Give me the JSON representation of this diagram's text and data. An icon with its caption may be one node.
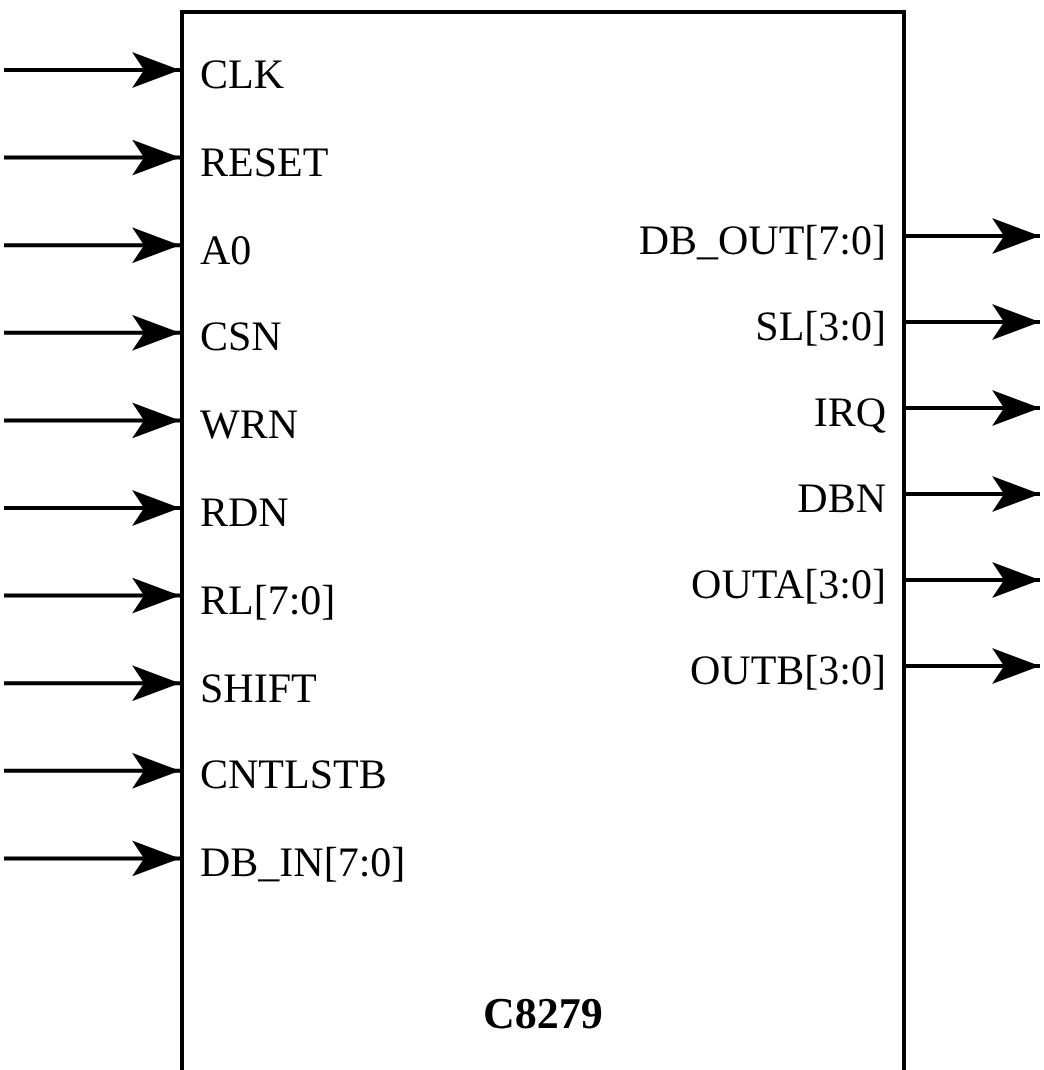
{
  "diagram": {
    "nodes": [
      {
        "text": [
          "C8279"
        ]
      },
      {
        "text": [
          "CLK"
        ],
        "in": 0
      },
      {
        "text": [
          "RESET"
        ],
        "in": 0
      },
      {
        "text": [
          "A0"
        ],
        "in": 0
      },
      {
        "text": [
          "CSN"
        ],
        "in": 0
      },
      {
        "text": [
          "WRN"
        ],
        "in": 0
      },
      {
        "text": [
          "RDN"
        ],
        "in": 0
      },
      {
        "text": [
          "RL[7:0]"
        ],
        "in": 0
      },
      {
        "text": [
          "SHIFT"
        ],
        "in": 0
      },
      {
        "text": [
          "CNTLSTB"
        ],
        "in": 0
      },
      {
        "text": [
          "DB_IN[7:0]"
        ],
        "in": 0
      },
      {
        "text": [
          "DB_OUT[7:0]"
        ],
        "in": 0
      },
      {
        "text": [
          "SL[3:0]"
        ],
        "in": 0
      },
      {
        "text": [
          "IRQ"
        ],
        "in": 0
      },
      {
        "text": [
          "DBN"
        ],
        "in": 0
      },
      {
        "text": [
          "OUTA[3:0]"
        ],
        "in": 0
      },
      {
        "text": [
          "OUTB[3:0]"
        ],
        "in": 0
      }
    ],
    "edges": [
      {
        "from": null,
        "to": 1,
        "arrow": "to"
      },
      {
        "from": null,
        "to": 2,
        "arrow": "to"
      },
      {
        "from": null,
        "to": 3,
        "arrow": "to"
      },
      {
        "from": null,
        "to": 4,
        "arrow": "to"
      },
      {
        "from": null,
        "to": 5,
        "arrow": "to"
      },
      {
        "from": null,
        "to": 6,
        "arrow": "to"
      },
      {
        "from": null,
        "to": 7,
        "arrow": "to"
      },
      {
        "from": null,
        "to": 8,
        "arrow": "to"
      },
      {
        "from": null,
        "to": 9,
        "arrow": "to"
      },
      {
        "from": null,
        "to": 10,
        "arrow": "to"
      },
      {
        "from": 11,
        "to": null,
        "arrow": "to"
      },
      {
        "from": 12,
        "to": null,
        "arrow": "to"
      },
      {
        "from": 13,
        "to": null,
        "arrow": "to"
      },
      {
        "from": 14,
        "to": null,
        "arrow": "to"
      },
      {
        "from": 15,
        "to": null,
        "arrow": "to"
      },
      {
        "from": 16,
        "to": null,
        "arrow": "to"
      }
    ]
  }
}
